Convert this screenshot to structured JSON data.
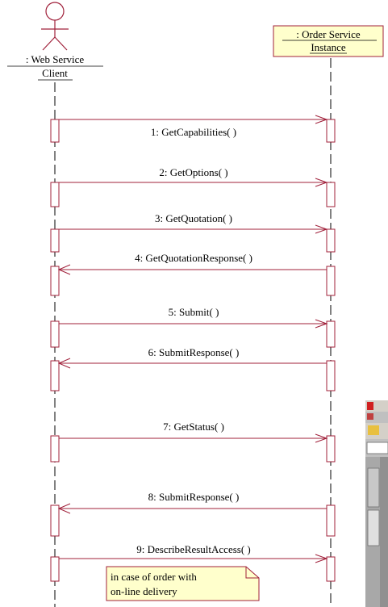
{
  "participants": {
    "client_line1": ": Web Service",
    "client_line2": "Client",
    "server_line1": ": Order Service",
    "server_line2": "Instance"
  },
  "messages": [
    {
      "label": "1: GetCapabilities( )",
      "direction": "right"
    },
    {
      "label": "2: GetOptions( )",
      "direction": "right"
    },
    {
      "label": "3: GetQuotation( )",
      "direction": "right"
    },
    {
      "label": "4: GetQuotationResponse( )",
      "direction": "left"
    },
    {
      "label": "5: Submit( )",
      "direction": "right"
    },
    {
      "label": "6: SubmitResponse( )",
      "direction": "left"
    },
    {
      "label": "7: GetStatus( )",
      "direction": "right"
    },
    {
      "label": "8: SubmitResponse( )",
      "direction": "left"
    },
    {
      "label": "9: DescribeResultAccess( )",
      "direction": "right"
    }
  ],
  "note": {
    "line1": "in case of order with",
    "line2": "on-line delivery"
  },
  "colors": {
    "line": "#a0203a",
    "fill": "#ffffcc",
    "window_gray": "#c0c0c0"
  }
}
